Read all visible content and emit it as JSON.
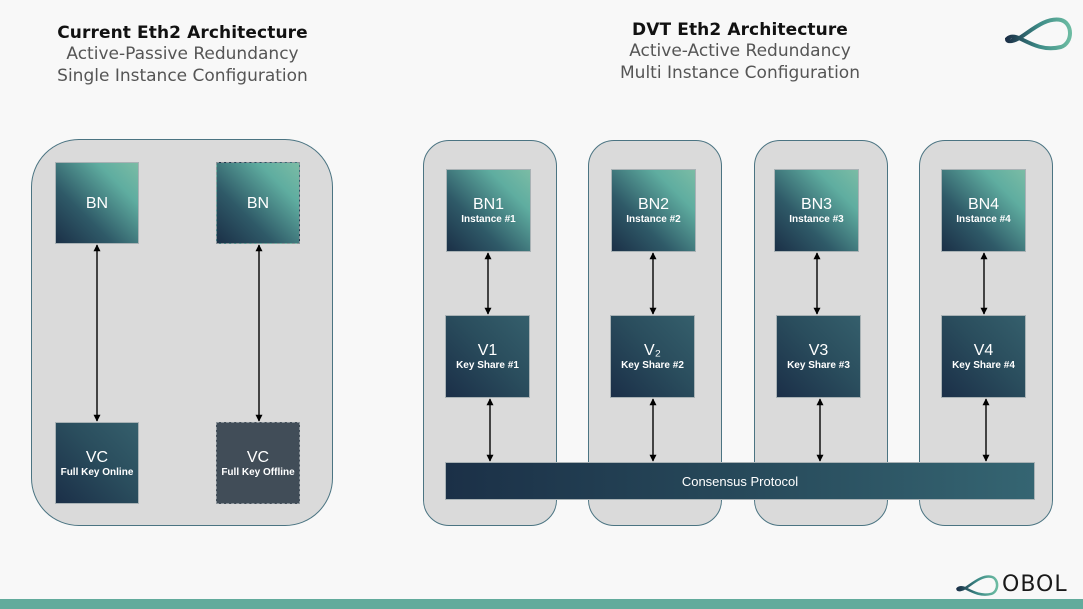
{
  "left_section": {
    "title": "Current Eth2 Architecture",
    "subtitle_1": "Active-Passive Redundancy",
    "subtitle_2": "Single Instance Configuration",
    "nodes": [
      {
        "label": "BN",
        "sub": "",
        "style": "beacon-node"
      },
      {
        "label": "BN",
        "sub": "",
        "style": "beacon-node-dashed"
      },
      {
        "label": "VC",
        "sub": "Full Key Online",
        "style": "validator-client"
      },
      {
        "label": "VC",
        "sub": "Full Key Offline",
        "style": "validator-client-offline"
      }
    ]
  },
  "right_section": {
    "title": "DVT Eth2 Architecture",
    "subtitle_1": "Active-Active Redundancy",
    "subtitle_2": "Multi Instance Configuration",
    "columns": [
      {
        "bn_label": "BN1",
        "bn_sub": "Instance #1",
        "v_label": "V1",
        "v_sub": "Key Share #1"
      },
      {
        "bn_label": "BN2",
        "bn_sub": "Instance #2",
        "v_label": "V₂",
        "v_sub": "Key Share #2"
      },
      {
        "bn_label": "BN3",
        "bn_sub": "Instance #3",
        "v_label": "V3",
        "v_sub": "Key Share #3"
      },
      {
        "bn_label": "BN4",
        "bn_sub": "Instance #4",
        "v_label": "V4",
        "v_sub": "Key Share #4"
      }
    ],
    "consensus_label": "Consensus Protocol"
  },
  "branding": {
    "logo_text": "OBOL",
    "accent_color": "#62ab9c",
    "dark_color": "#1b3047"
  }
}
